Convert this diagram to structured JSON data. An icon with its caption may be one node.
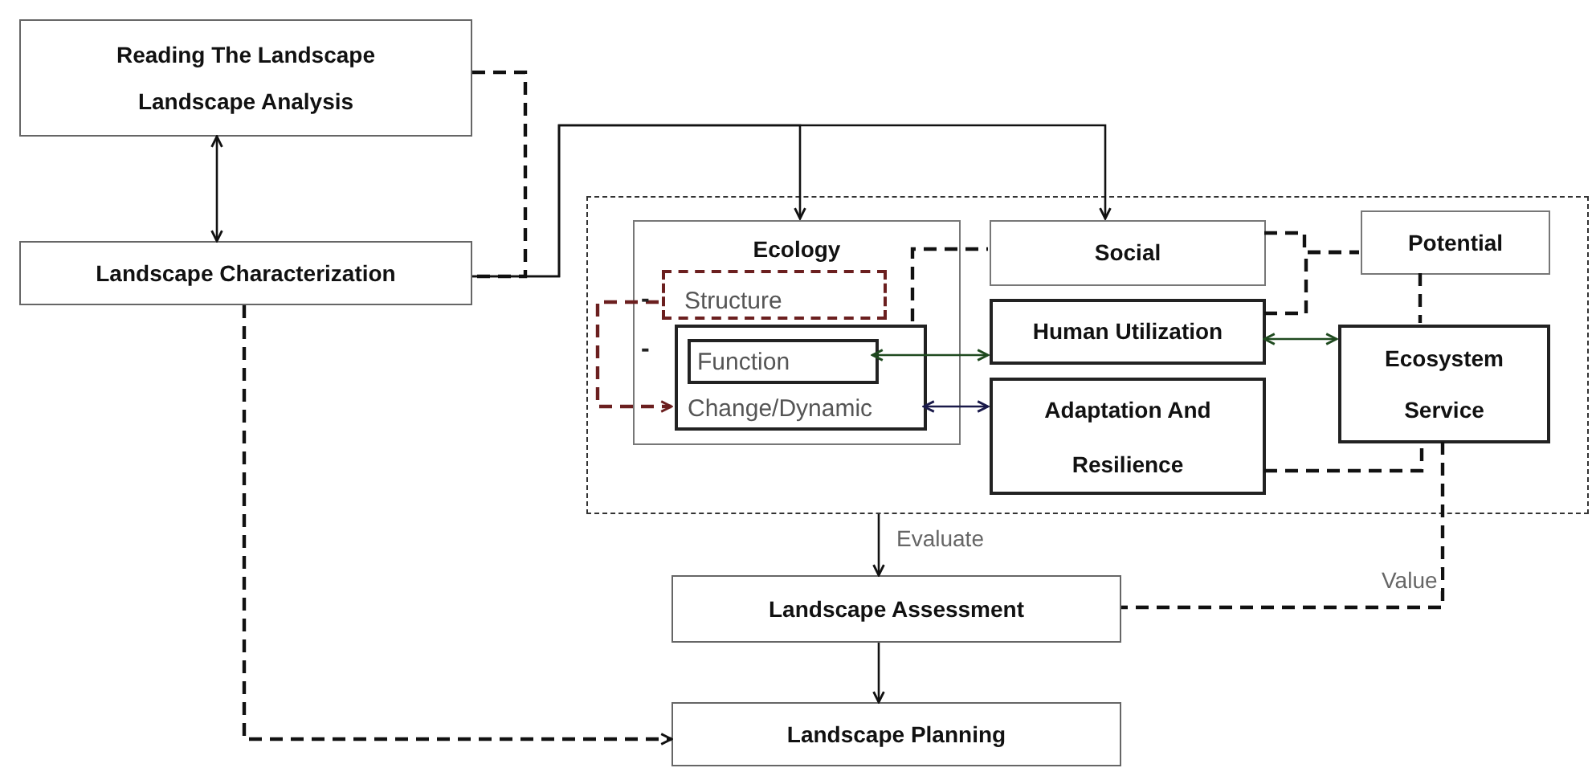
{
  "diagram": {
    "nodes": [
      {
        "text": [
          "Reading The Landscape",
          "Landscape Analysis"
        ]
      },
      {
        "text": [
          "Landscape Characterization"
        ]
      },
      {
        "text": [],
        "shape": "box"
      },
      {
        "text": [
          "Ecology"
        ],
        "in": 2
      },
      {
        "text": [
          "Structure"
        ],
        "in": 3
      },
      {
        "text": [
          "Change/Dynamic"
        ],
        "in": 3
      },
      {
        "text": [
          "Function"
        ],
        "in": 5
      },
      {
        "text": [
          "Social"
        ],
        "in": 2
      },
      {
        "text": [
          "Potential"
        ],
        "in": 2
      },
      {
        "text": [
          "Human Utilization"
        ],
        "in": 2
      },
      {
        "text": [
          "Adaptation And Resilience"
        ],
        "in": 2
      },
      {
        "text": [
          "Ecosystem Service"
        ],
        "in": 2
      },
      {
        "text": [
          "Landscape Assessment"
        ]
      },
      {
        "text": [
          "Landscape Planning"
        ]
      }
    ],
    "edges": [
      {
        "from": 0,
        "to": 1,
        "arrow": "both"
      },
      {
        "from": 0,
        "to": 1,
        "arrow": "none",
        "style": "dashed"
      },
      {
        "from": 1,
        "to": 3,
        "arrow": "to"
      },
      {
        "from": 1,
        "to": 7,
        "arrow": "to"
      },
      {
        "from": 1,
        "to": 13,
        "arrow": "to",
        "style": "dashed"
      },
      {
        "from": 4,
        "to": 5,
        "arrow": "to",
        "style": "dashed",
        "color": "#6b1f1f"
      },
      {
        "from": 5,
        "to": 7,
        "arrow": "none",
        "style": "dashed"
      },
      {
        "from": 6,
        "to": 9,
        "arrow": "both",
        "color": "#1f4a1f"
      },
      {
        "from": 5,
        "to": 10,
        "arrow": "both",
        "color": "#1a1a4a"
      },
      {
        "from": 9,
        "to": 11,
        "arrow": "both",
        "color": "#1f4a1f"
      },
      {
        "from": 7,
        "to": 8,
        "arrow": "none",
        "style": "dashed"
      },
      {
        "from": 9,
        "to": 8,
        "arrow": "none",
        "style": "dashed"
      },
      {
        "from": 8,
        "to": 11,
        "arrow": "none",
        "style": "dashed"
      },
      {
        "from": 10,
        "to": 11,
        "arrow": "none",
        "style": "dashed"
      },
      {
        "from": 11,
        "to": 12,
        "arrow": "none",
        "style": "dashed",
        "label": "Value"
      },
      {
        "from": 2,
        "to": 12,
        "arrow": "to",
        "label": "Evaluate"
      },
      {
        "from": 12,
        "to": 13,
        "arrow": "to"
      }
    ],
    "labels": [
      "-",
      "-"
    ]
  }
}
